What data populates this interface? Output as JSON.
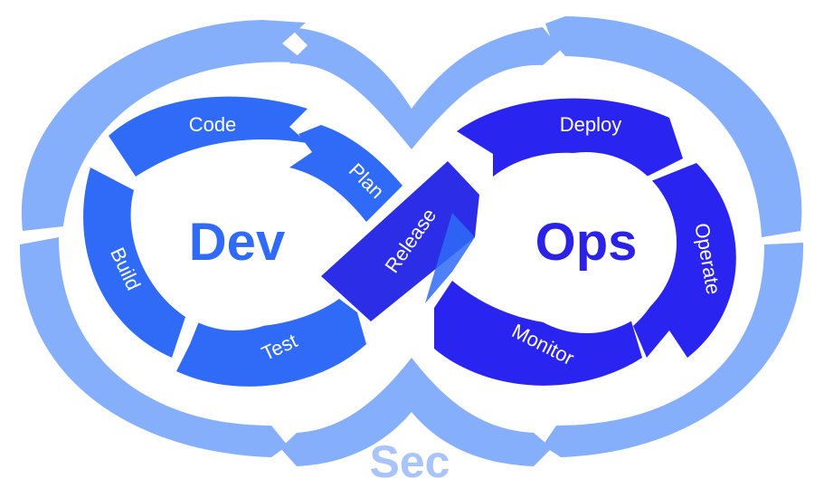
{
  "diagram": {
    "left_hub": "Dev",
    "right_hub": "Ops",
    "bottom_label": "Sec",
    "segments": {
      "code": "Code",
      "plan": "Plan",
      "build": "Build",
      "test": "Test",
      "release": "Release",
      "deploy": "Deploy",
      "operate": "Operate",
      "monitor": "Monitor"
    },
    "colors": {
      "outer_ring": "#85aefb",
      "dev": "#2f6bf6",
      "ops": "#2a24f0",
      "release": "#2b2ee6",
      "dev_text": "#2f6bf6",
      "ops_text": "#2b22e6",
      "sec_text": "#a9c4fb",
      "white": "#ffffff"
    }
  }
}
